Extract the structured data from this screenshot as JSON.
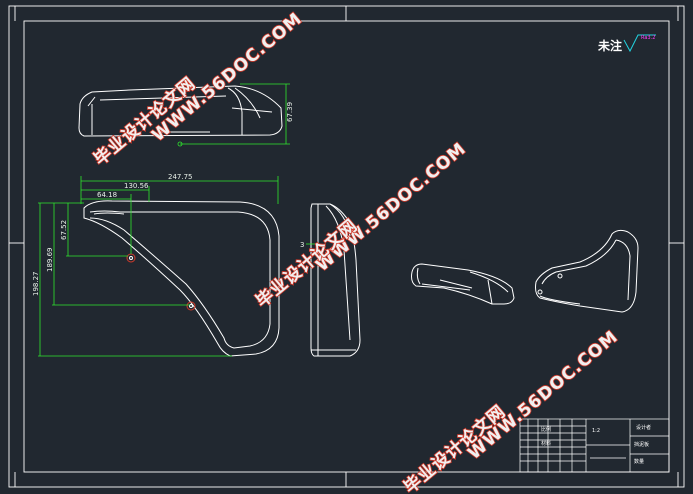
{
  "drawing": {
    "surface_finish_note": "未注",
    "surface_finish_symbol": "Ra3.2",
    "dimensions": {
      "top_view_height": "67.39",
      "overall_width": "247.75",
      "width_2": "130.56",
      "width_3": "64.18",
      "height_left_1": "67.52",
      "height_left_2": "189.69",
      "height_left_3": "198.27",
      "side_view_offset": "3"
    },
    "title_block": {
      "scale": "1:2",
      "designer": "设计者",
      "drawing_name": "挡泥板",
      "cells": [
        "数量",
        "比例",
        "材料"
      ]
    },
    "watermark": {
      "url": "WWW.56DOC.COM",
      "site": "毕业设计论文网"
    },
    "colors": {
      "background": "#212830",
      "outline": "#ffffff",
      "dimension": "#2ee62e",
      "watermark_red": "#d23a2a"
    }
  }
}
